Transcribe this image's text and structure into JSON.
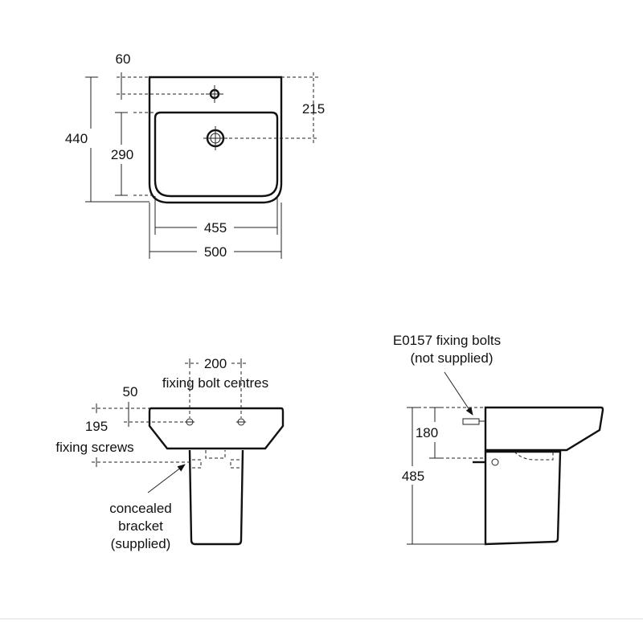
{
  "plan_view": {
    "dim_tap_offset": "60",
    "dim_height": "440",
    "dim_bowl_depth": "290",
    "dim_tap_to_waste": "215",
    "dim_bowl_width": "455",
    "dim_overall_width": "500"
  },
  "front_view": {
    "dim_bolt_centres": "200",
    "label_bolt_centres": "fixing bolt centres",
    "dim_bolt_offset": "50",
    "dim_screws": "195",
    "label_screws": "fixing screws",
    "bracket_label": [
      "concealed",
      "bracket",
      "(supplied)"
    ]
  },
  "side_view": {
    "bolts_label": "E0157 fixing bolts",
    "bolts_note": "(not supplied)",
    "dim_bolt_height": "180",
    "dim_total_height": "485"
  },
  "colors": {
    "line": "#111111",
    "divider": "#dddddd"
  }
}
